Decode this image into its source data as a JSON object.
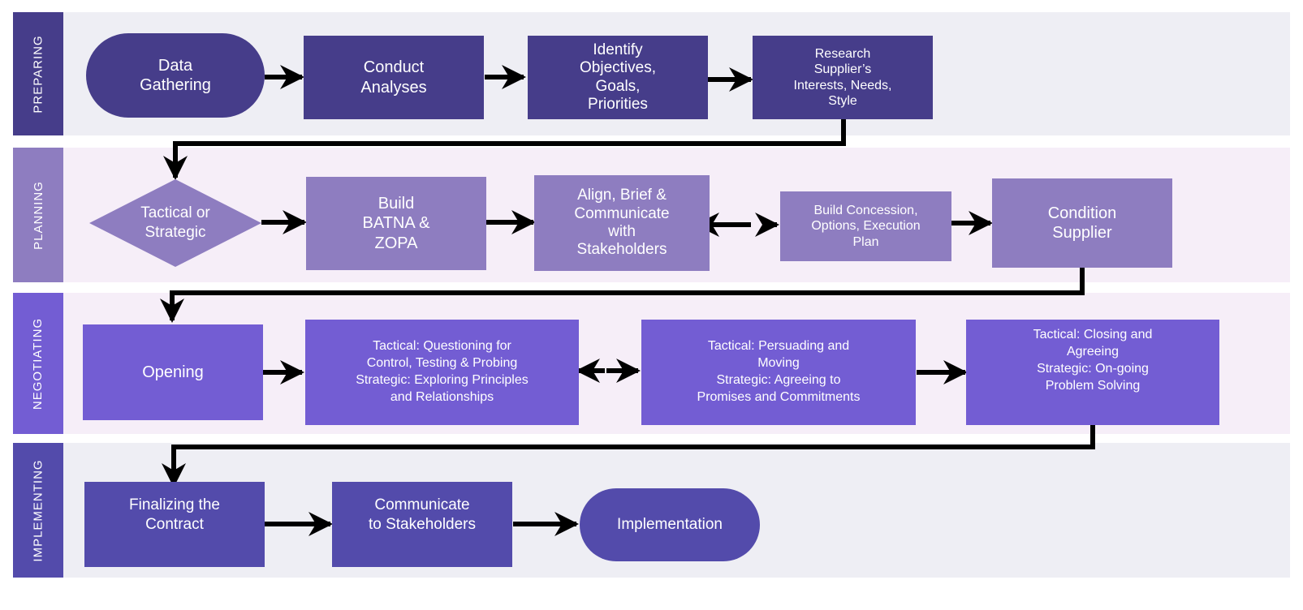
{
  "colors": {
    "band_grey": "#eeeef4",
    "band_pink": "#f6eef8",
    "preparing": "#463d8a",
    "planning": "#8e7dc0",
    "negotiating": "#735dd3",
    "implementing": "#534bab",
    "arrow": "#000000"
  },
  "phases": {
    "preparing": "PREPARING",
    "planning": "PLANNING",
    "negotiating": "NEGOTIATING",
    "implementing": "IMPLEMENTING"
  },
  "nodes": {
    "data_gathering": "Data\nGathering",
    "conduct_analyses": "Conduct\nAnalyses",
    "identify_objectives": "Identify\nObjectives,\nGoals,\nPriorities",
    "research_supplier": "Research\nSupplier’s\nInterests, Needs,\nStyle",
    "tactical_or_strategic": "Tactical or\nStrategic",
    "build_batna": "Build\nBATNA &\nZOPA",
    "align_brief": "Align, Brief &\nCommunicate\nwith\nStakeholders",
    "build_concession": "Build Concession,\nOptions, Execution\nPlan",
    "condition_supplier": "Condition\nSupplier",
    "opening": "Opening",
    "questioning": "Tactical: Questioning for\nControl, Testing & Probing\nStrategic: Exploring Principles\nand Relationships",
    "persuading": "Tactical: Persuading and\nMoving\nStrategic:  Agreeing to\nPromises and Commitments",
    "closing": "Tactical: Closing and\nAgreeing\nStrategic: On-going\nProblem Solving",
    "finalizing": "Finalizing the\nContract",
    "communicate": "Communicate\nto Stakeholders",
    "implementation": "Implementation"
  }
}
